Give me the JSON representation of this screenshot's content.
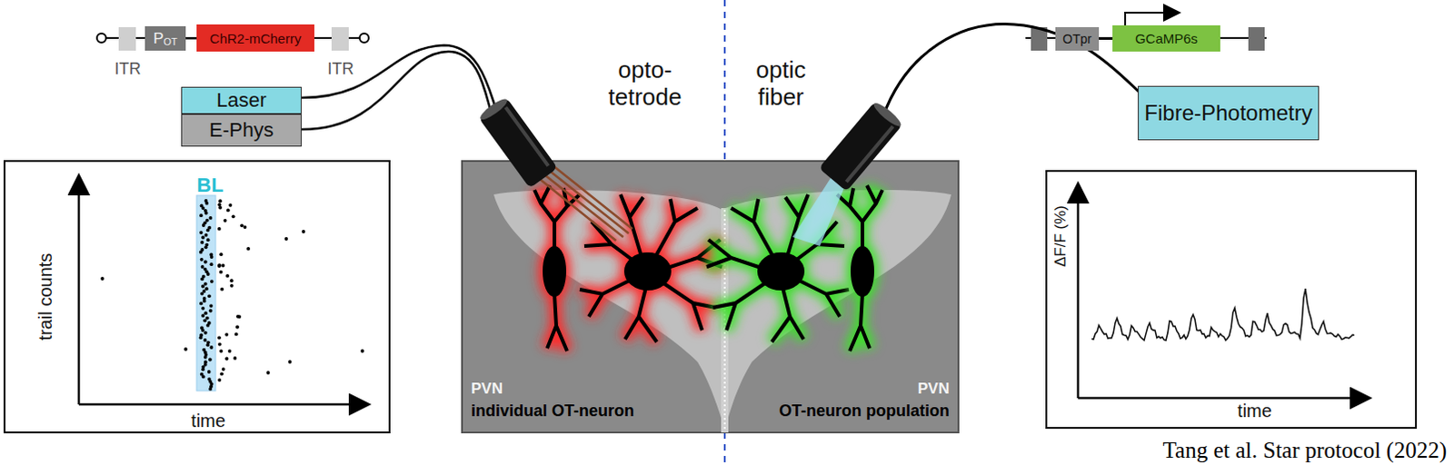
{
  "diagram": {
    "caption": "Tang et al. Star protocol (2022)",
    "nodes": [
      {
        "text": [
          "P",
          "OT"
        ]
      },
      {
        "text": [
          "ChR2-mCherry"
        ]
      },
      {
        "text": [
          "Laser"
        ]
      },
      {
        "text": [
          "E-Phys"
        ]
      },
      {
        "text": [
          "BL",
          "trail counts",
          "time"
        ]
      },
      {
        "text": [
          "PVN",
          "individual OT-neuron",
          "PVN",
          "OT-neuron population"
        ]
      },
      {
        "text": [
          "OTpr"
        ]
      },
      {
        "text": [
          "GCaMP6s"
        ]
      },
      {
        "text": [
          "Fibre-Photometry"
        ]
      },
      {
        "text": [
          "ΔF/F (%)",
          "time"
        ]
      }
    ],
    "edges": [
      {
        "from": 0,
        "to": 1,
        "arrow": "none"
      },
      {
        "from": 6,
        "to": 7,
        "arrow": "none"
      }
    ],
    "labels": [
      "ITR",
      "ITR",
      "opto- tetrode",
      "optic fiber"
    ]
  }
}
